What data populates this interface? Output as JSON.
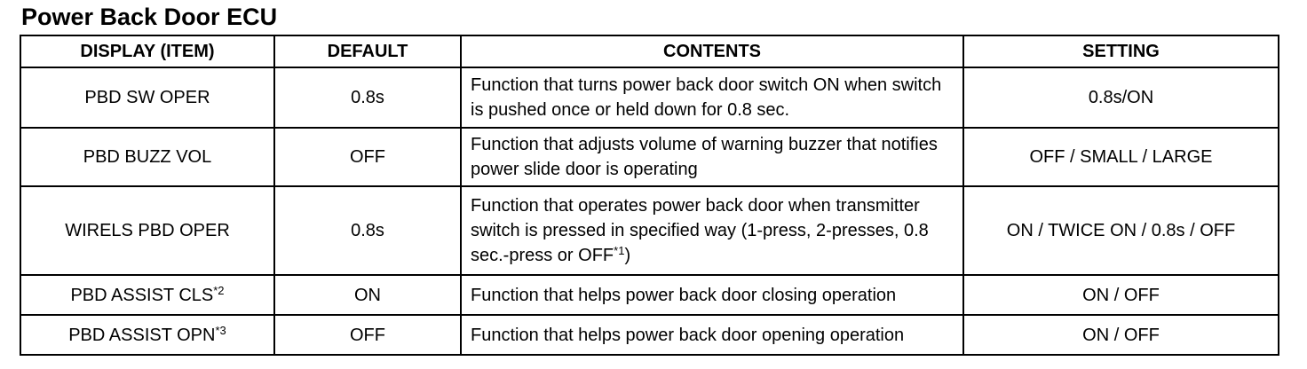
{
  "title": "Power Back Door ECU",
  "table": {
    "headers": [
      "DISPLAY (ITEM)",
      "DEFAULT",
      "CONTENTS",
      "SETTING"
    ],
    "rows": [
      {
        "item": "PBD SW OPER",
        "item_note": "",
        "default": "0.8s",
        "contents": "Function that turns power back door switch ON when switch is pushed once or held down for 0.8 sec.",
        "contents_note": "",
        "contents_tail": "",
        "setting": "0.8s/ON"
      },
      {
        "item": "PBD BUZZ VOL",
        "item_note": "",
        "default": "OFF",
        "contents": "Function that adjusts volume of warning buzzer that notifies power slide door is operating",
        "contents_note": "",
        "contents_tail": "",
        "setting": "OFF / SMALL / LARGE"
      },
      {
        "item": "WIRELS PBD OPER",
        "item_note": "",
        "default": "0.8s",
        "contents": "Function that operates power back door when transmitter switch is pressed in specified way (1-press, 2-presses, 0.8 sec.-press or OFF",
        "contents_note": "*1",
        "contents_tail": ")",
        "setting": "ON / TWICE ON / 0.8s / OFF"
      },
      {
        "item": "PBD ASSIST CLS",
        "item_note": "*2",
        "default": "ON",
        "contents": "Function that helps power back door closing operation",
        "contents_note": "",
        "contents_tail": "",
        "setting": "ON / OFF"
      },
      {
        "item": "PBD ASSIST OPN",
        "item_note": "*3",
        "default": "OFF",
        "contents": "Function that helps power back door opening operation",
        "contents_note": "",
        "contents_tail": "",
        "setting": "ON / OFF"
      }
    ]
  }
}
